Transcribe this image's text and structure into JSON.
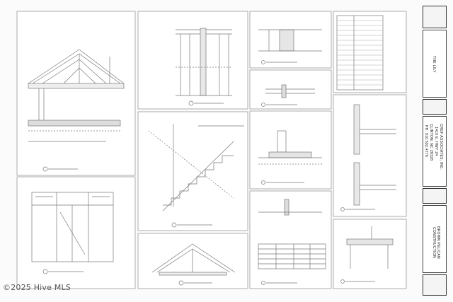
{
  "title_block": {
    "project_name": "THE LILY",
    "firm_name": "CREF ASSOCIATES, INC.",
    "firm_address_1": "1410 E. HWY 24",
    "firm_address_2": "CLINTON, NC 28328",
    "firm_phone": "PH: 910.592.4776",
    "contractor": "BROWN PELICAN CONSTRUCTION"
  },
  "watermark": "©2025 Hive MLS"
}
